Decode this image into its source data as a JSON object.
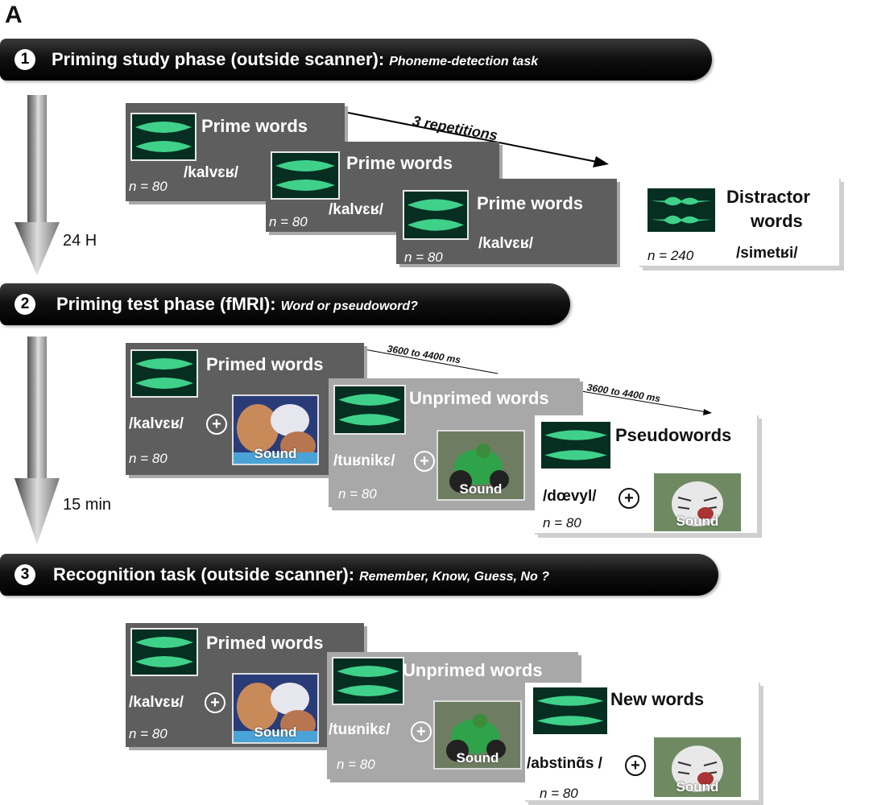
{
  "panel_letter": "A",
  "phase1": {
    "number": "1",
    "title": "Priming study phase (outside scanner):",
    "task": "Phoneme-detection task",
    "repetitions": "3 repetitions",
    "prime_label": "Prime words",
    "prime_ipa": "/kalvɛʁ/",
    "prime_n": "n = 80",
    "distractor_label_1": "Distractor",
    "distractor_label_2": "words",
    "distractor_ipa": "/simetʁi/",
    "distractor_n": "n = 240"
  },
  "delay1": "24 H",
  "phase2": {
    "number": "2",
    "title": "Priming test phase (fMRI):",
    "task": "Word or pseudoword?",
    "isi": "3600 to 4400 ms",
    "primed_label": "Primed words",
    "primed_ipa": "/kalvɛʁ/",
    "primed_n": "n = 80",
    "unprimed_label": "Unprimed words",
    "unprimed_ipa": "/tuʁnikɛ/",
    "unprimed_n": "n = 80",
    "pseudo_label": "Pseudowords",
    "pseudo_ipa": "/dœvyl/",
    "pseudo_n": "n = 80",
    "plus": "+",
    "sound": "Sound"
  },
  "delay2": "15 min",
  "phase3": {
    "number": "3",
    "title": "Recognition task (outside scanner):",
    "task": "Remember, Know, Guess, No ?",
    "primed_label": "Primed words",
    "primed_ipa": "/kalvɛʁ/",
    "primed_n": "n = 80",
    "unprimed_label": "Unprimed words",
    "unprimed_ipa": "/tuʁnikɛ/",
    "unprimed_n": "n = 80",
    "new_label": "New words",
    "new_ipa": "/abstinɑ̃s /",
    "new_n": "n = 80",
    "plus": "+",
    "sound": "Sound"
  },
  "colors": {
    "waveform": "#3fd18a",
    "wave_bg": "#062e21",
    "dark_card": "#5e5e5e",
    "light_card": "#a8a8a8"
  }
}
